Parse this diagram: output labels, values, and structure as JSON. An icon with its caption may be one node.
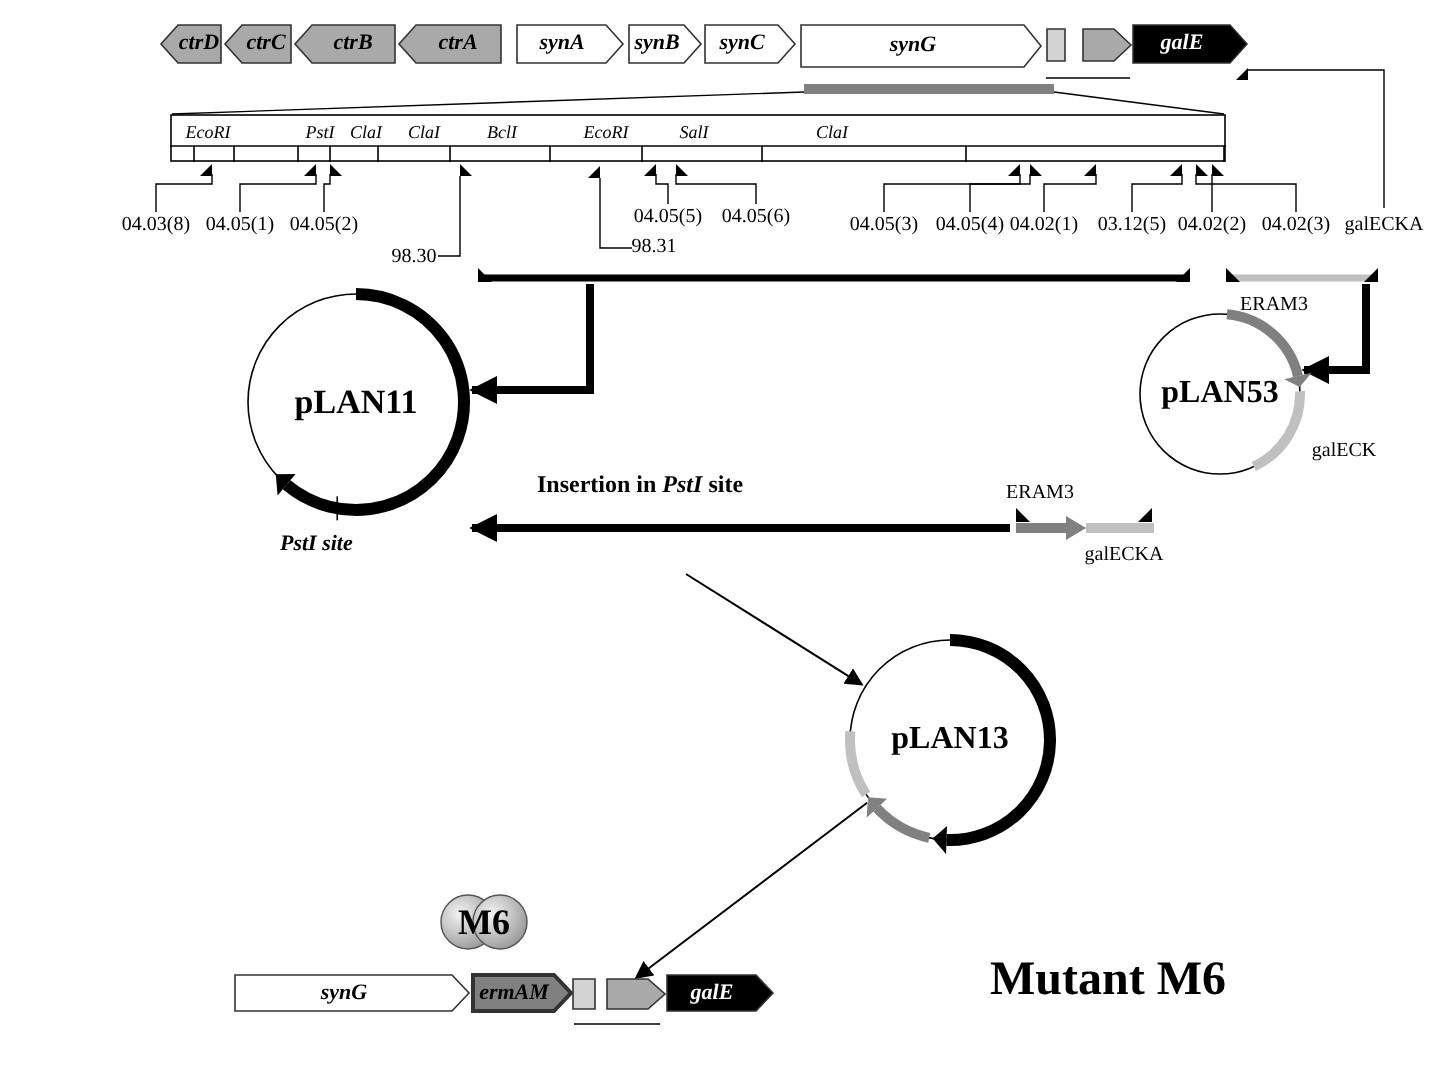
{
  "diagram": {
    "nodes": [
      {
        "text": [
          "ctrD"
        ]
      },
      {
        "text": [
          "ctrC"
        ]
      },
      {
        "text": [
          "ctrB"
        ]
      },
      {
        "text": [
          "ctrA"
        ]
      },
      {
        "text": [
          "synA"
        ]
      },
      {
        "text": [
          "synB"
        ]
      },
      {
        "text": [
          "synC"
        ]
      },
      {
        "text": [
          "synG"
        ]
      },
      {
        "text": [],
        "shape": "box"
      },
      {
        "text": [],
        "shape": "arrow"
      },
      {
        "text": [
          "galE"
        ]
      },
      {
        "text": [
          "EcoRI",
          "PstI",
          "ClaI",
          "ClaI",
          "BclI",
          "EcoRI",
          "SalI",
          "ClaI"
        ]
      },
      {
        "text": [],
        "shape": "bar"
      },
      {
        "text": [],
        "shape": "bar"
      },
      {
        "text": [
          "pLAN11"
        ],
        "beside": [
          "PstI site"
        ]
      },
      {
        "text": [
          "pLAN53"
        ]
      },
      {
        "text": [],
        "shape": "bar"
      },
      {
        "text": [
          "pLAN13"
        ]
      },
      {
        "text": [
          "synG"
        ]
      },
      {
        "text": [
          "ermAM"
        ]
      },
      {
        "text": [],
        "shape": "box"
      },
      {
        "text": [],
        "shape": "arrow"
      },
      {
        "text": [
          "galE"
        ]
      },
      {
        "text": [
          "M6"
        ]
      }
    ],
    "edges": [
      {
        "from": 12,
        "to": 14,
        "arrow": "to"
      },
      {
        "from": 13,
        "to": 15,
        "arrow": "to"
      },
      {
        "from": 16,
        "to": 14,
        "arrow": "to",
        "label": "Insertion in *PstI* site"
      },
      {
        "from": null,
        "to": 17,
        "arrow": "to"
      },
      {
        "from": 17,
        "to": 21,
        "arrow": "to"
      }
    ],
    "labels": [
      "04.03(8)",
      "04.05(1)",
      "04.05(2)",
      "04.05(5)",
      "04.05(6)",
      "04.05(3)",
      "04.05(4)",
      "04.02(1)",
      "03.12(5)",
      "04.02(2)",
      "04.02(3)",
      "galECKA",
      "98.30",
      "98.31",
      "ERAM3",
      "galECK",
      "ERAM3",
      "galECKA",
      "Mutant M6"
    ]
  }
}
